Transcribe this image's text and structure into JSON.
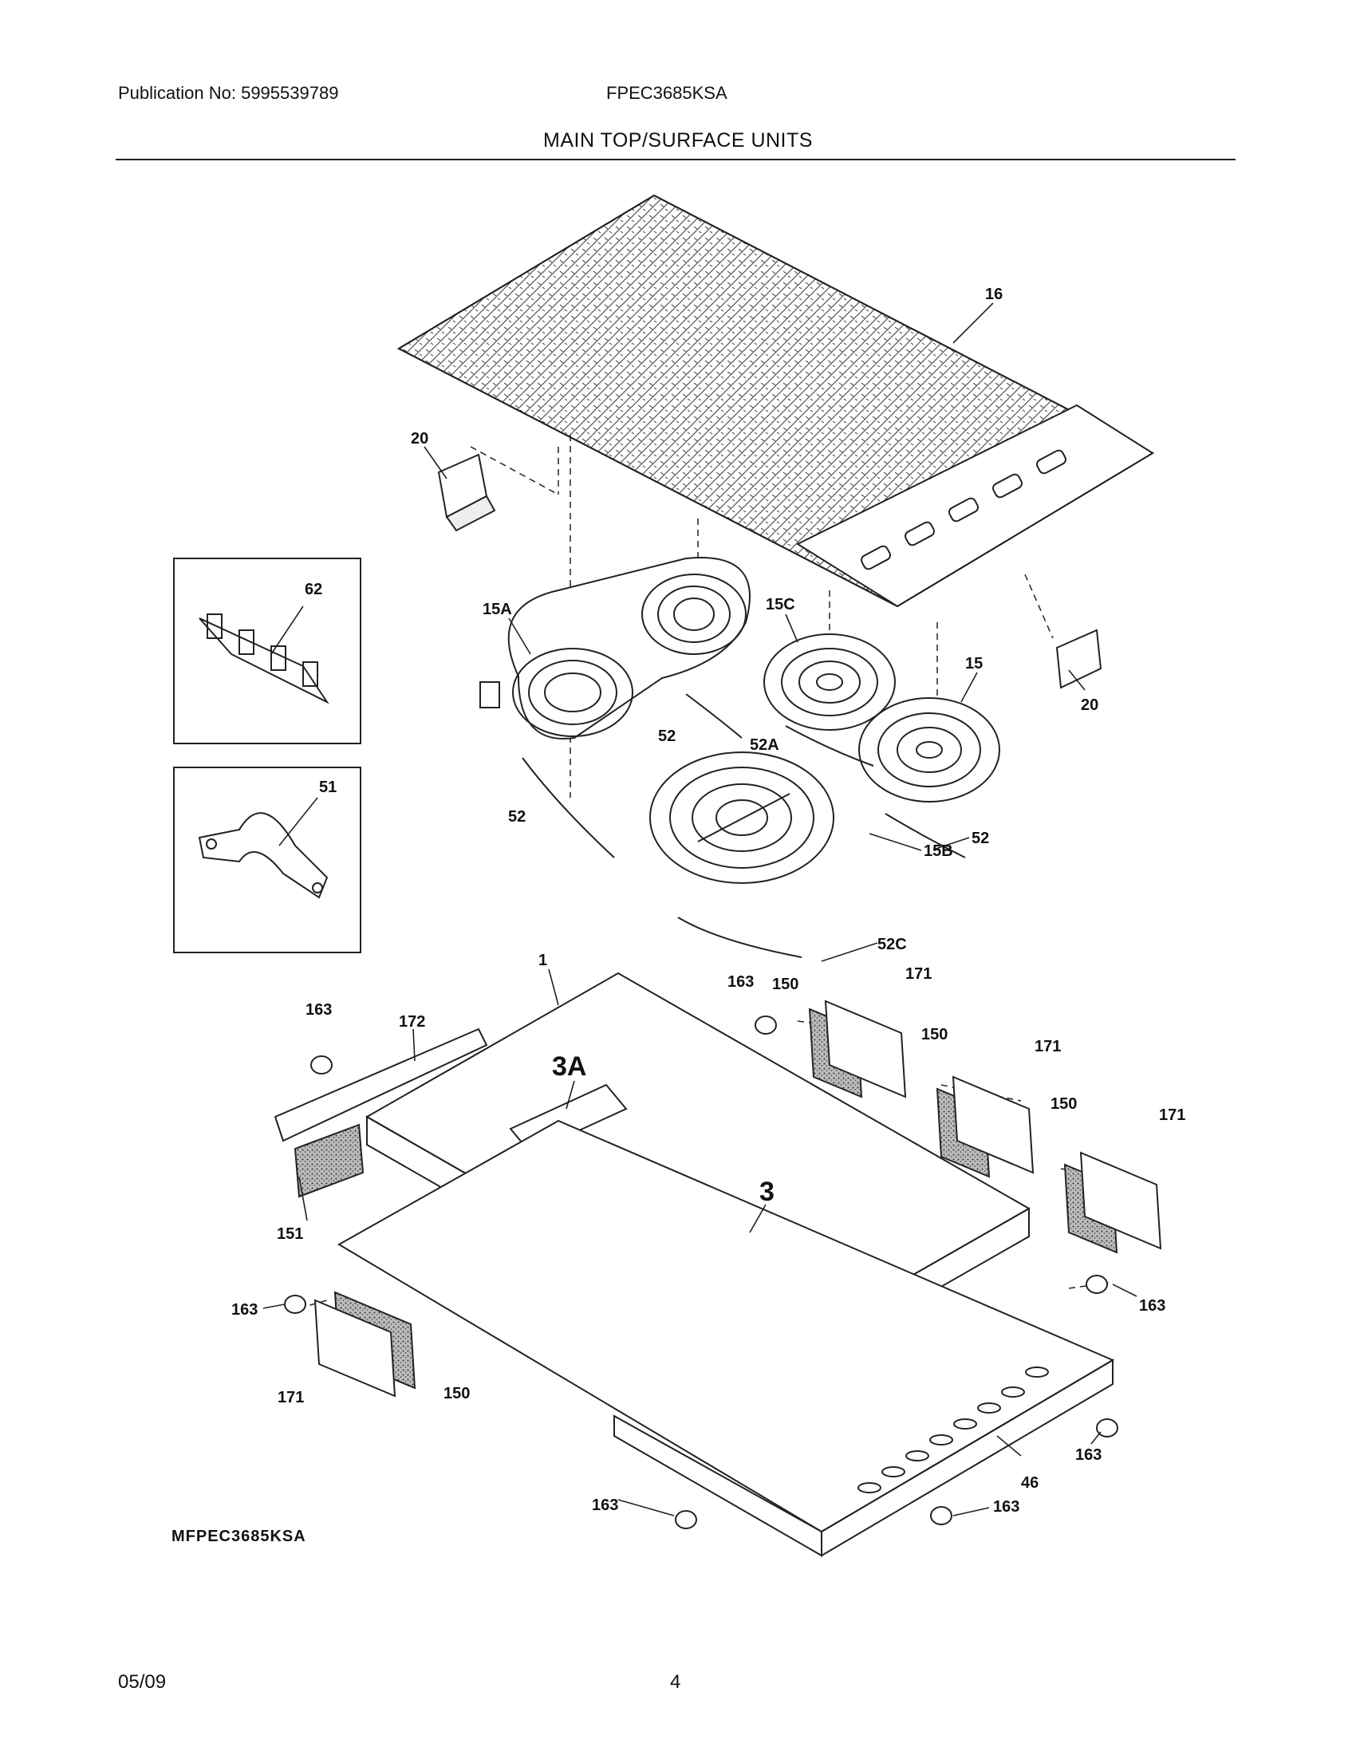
{
  "header": {
    "publication": "Publication No: 5995539789",
    "model": "FPEC3685KSA",
    "section_title": "MAIN TOP/SURFACE UNITS"
  },
  "callouts": {
    "c1": "1",
    "c3": "3",
    "c3A": "3A",
    "c15": "15",
    "c15A": "15A",
    "c15B": "15B",
    "c15C": "15C",
    "c16": "16",
    "c20a": "20",
    "c20b": "20",
    "c46": "46",
    "c51": "51",
    "c52a": "52",
    "c52b": "52",
    "c52c": "52",
    "c52A": "52A",
    "c52C": "52C",
    "c62": "62",
    "c150a": "150",
    "c150b": "150",
    "c150c": "150",
    "c150d": "150",
    "c151": "151",
    "c163a": "163",
    "c163b": "163",
    "c163c": "163",
    "c163d": "163",
    "c163e": "163",
    "c163f": "163",
    "c163g": "163",
    "c171a": "171",
    "c171b": "171",
    "c171c": "171",
    "c171d": "171",
    "c172": "172"
  },
  "drawing_id": "MFPEC3685KSA",
  "footer": {
    "date": "05/09",
    "page": "4"
  }
}
